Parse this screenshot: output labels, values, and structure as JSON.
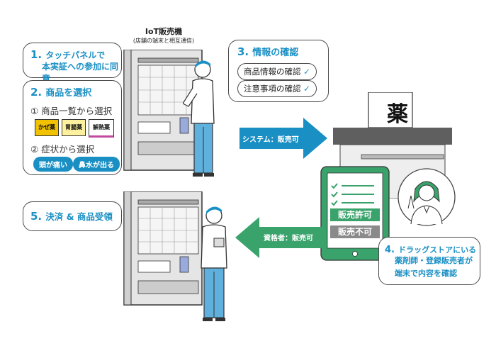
{
  "machine": {
    "title": "IoT販売機",
    "subtitle": "(店舗の端末と相互通信)"
  },
  "step1": {
    "num": "1.",
    "line1": "タッチパネルで",
    "line2": "本実証への参加に同意"
  },
  "step2": {
    "num": "2.",
    "title": "商品を選択",
    "opt1": "① 商品一覧から選択",
    "products": [
      "かぜ薬",
      "胃腸薬",
      "解熱薬"
    ],
    "opt2": "② 症状から選択",
    "symptoms": [
      "頭が痛い",
      "鼻水が出る"
    ]
  },
  "step3": {
    "num": "3.",
    "title": "情報の確認",
    "checks": [
      "商品情報の確認",
      "注意事項の確認"
    ]
  },
  "step4": {
    "num": "4.",
    "line1": "ドラッグストアにいる",
    "line2": "薬剤師・登録販売者が",
    "line3": "端末で内容を確認"
  },
  "step5": {
    "num": "5.",
    "title": "決済 & 商品受領"
  },
  "arrows": {
    "system": "システム：販売可",
    "pharmacist": "資格者：販売可"
  },
  "store": {
    "sign": "薬"
  },
  "tablet": {
    "ok": "販売許可",
    "ng": "販売不可"
  },
  "colors": {
    "blue": "#1a8fc4",
    "green": "#3aa36b",
    "gray": "#bdbdbd",
    "yellow": "#f2c200"
  }
}
